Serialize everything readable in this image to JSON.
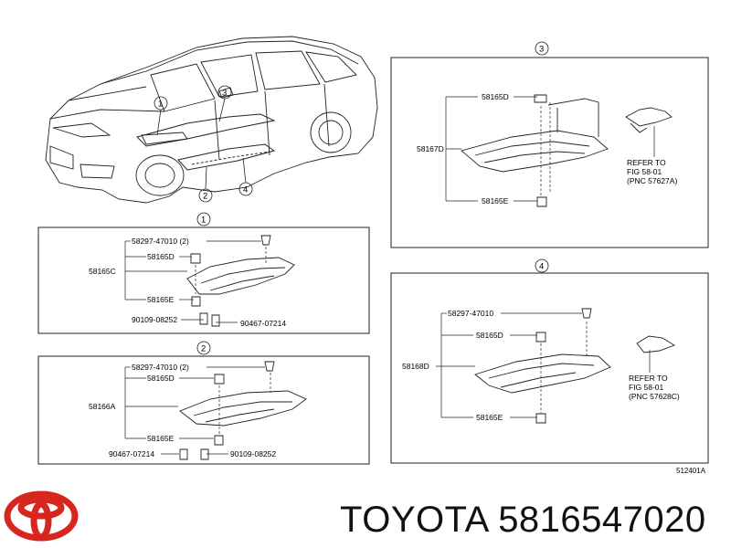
{
  "callouts": {
    "c1": "1",
    "c2": "2",
    "c3": "3",
    "c4": "4"
  },
  "panel1": {
    "marker": "1",
    "clip_pn": "58297-47010 (2)",
    "bolt_d": "58165D",
    "shield": "58165C",
    "bolt_e": "58165E",
    "screw_left": "90109-08252",
    "screw_right": "90467-07214"
  },
  "panel2": {
    "marker": "2",
    "clip_pn": "58297-47010 (2)",
    "bolt_d": "58165D",
    "shield": "58166A",
    "bolt_e": "58165E",
    "screw_left": "90467-07214",
    "screw_right": "90109-08252"
  },
  "panel3": {
    "marker": "3",
    "bolt_d": "58165D",
    "shield": "58167D",
    "bolt_e": "58165E",
    "refer": [
      "REFER TO",
      "FIG 58-01",
      "(PNC 57627A)"
    ]
  },
  "panel4": {
    "marker": "4",
    "clip_pn": "58297-47010",
    "bolt_d": "58165D",
    "shield": "58168D",
    "bolt_e": "58165E",
    "refer": [
      "REFER TO",
      "FIG 58-01",
      "(PNC 57628C)"
    ]
  },
  "doc_ref": "512401A",
  "brand": {
    "name": "TOYOTA",
    "part_number": "5816547020"
  }
}
